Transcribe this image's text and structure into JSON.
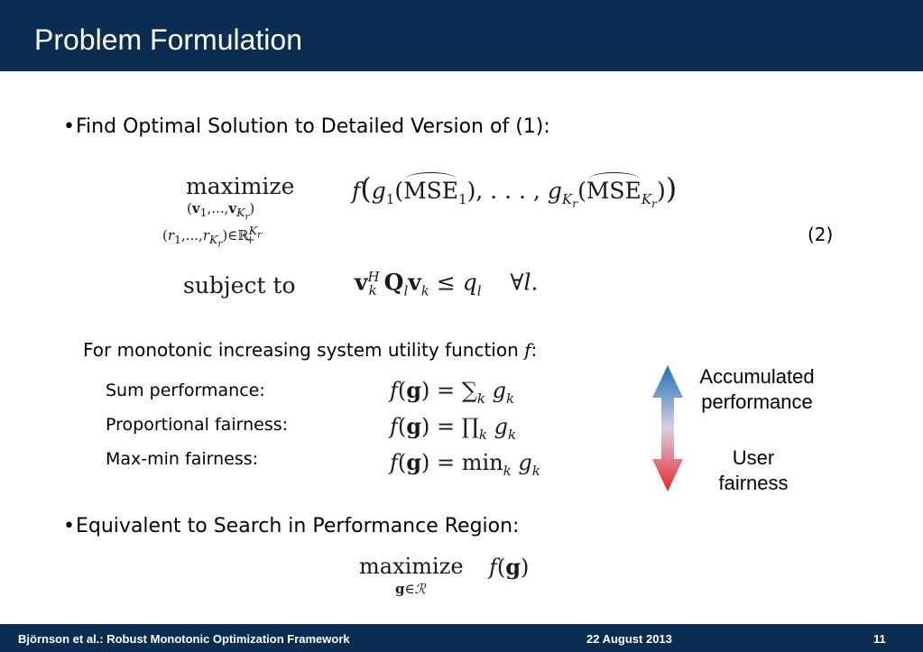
{
  "header": {
    "title": "Problem Formulation"
  },
  "bullets": {
    "first": "Find Optimal Solution to Detailed Version of (1):",
    "second": "Equivalent to Search in Performance Region:"
  },
  "problem": {
    "maximize": "maximize",
    "subject_to": "subject to",
    "equation_number": "(2)"
  },
  "utility": {
    "intro": "For monotonic increasing system utility function",
    "items": [
      {
        "label": "Sum performance:"
      },
      {
        "label": "Proportional fairness:"
      },
      {
        "label": "Max-min fairness:"
      }
    ]
  },
  "side": {
    "top": "Accumulated performance",
    "bottom": "User fairness",
    "arrow_top_color": "#1f6fb8",
    "arrow_bottom_color": "#e8262a"
  },
  "region": {
    "maximize": "maximize"
  },
  "footer": {
    "left": "Björnson et al.: Robust Monotonic Optimization Framework",
    "center": "22 August 2013",
    "right": "11"
  }
}
